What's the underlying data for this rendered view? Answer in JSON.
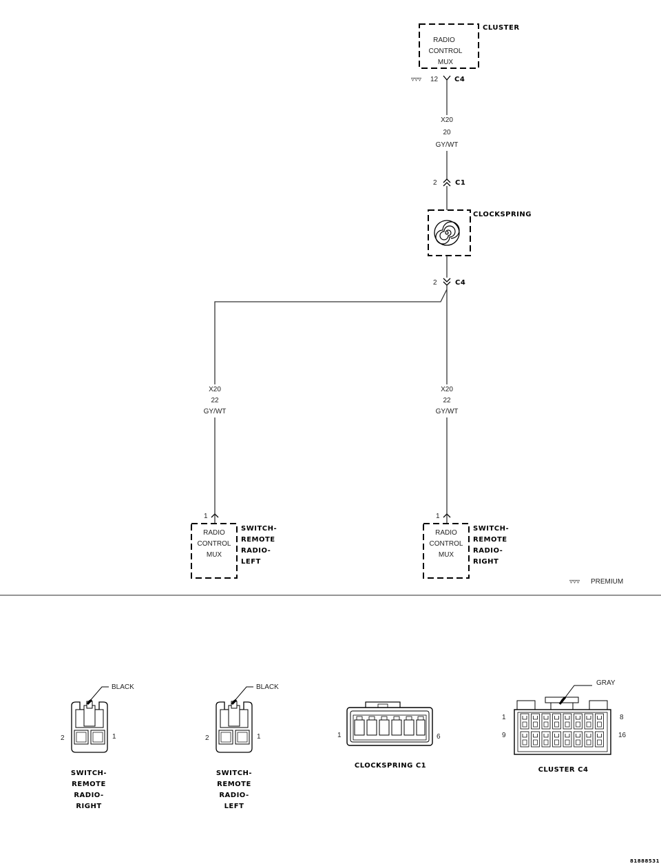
{
  "cluster": {
    "title": "CLUSTER",
    "inner": [
      "RADIO",
      "CONTROL",
      "MUX"
    ],
    "pin": "12",
    "connector": "C4",
    "option_mark": "▿▿▿"
  },
  "wire_top": {
    "circuit": "X20",
    "gauge": "20",
    "color": "GY/WT"
  },
  "clockspring": {
    "title": "CLOCKSPRING",
    "pin_upper": "2",
    "connector_upper": "C1",
    "pin_lower": "2",
    "connector_lower": "C4"
  },
  "wire_left": {
    "circuit": "X20",
    "gauge": "22",
    "color": "GY/WT"
  },
  "wire_right": {
    "circuit": "X20",
    "gauge": "22",
    "color": "GY/WT"
  },
  "switch_left": {
    "pin": "1",
    "inner": [
      "RADIO",
      "CONTROL",
      "MUX"
    ],
    "title": [
      "SWITCH-",
      "REMOTE",
      "RADIO-",
      "LEFT"
    ]
  },
  "switch_right": {
    "pin": "1",
    "inner": [
      "RADIO",
      "CONTROL",
      "MUX"
    ],
    "title": [
      "SWITCH-",
      "REMOTE",
      "RADIO-",
      "RIGHT"
    ]
  },
  "legend": {
    "mark": "▿▿▿",
    "label": "PREMIUM"
  },
  "views": {
    "switch_right_view": {
      "color_label": "BLACK",
      "pin_left": "2",
      "pin_right": "1",
      "caption": [
        "SWITCH-",
        "REMOTE",
        "RADIO-",
        "RIGHT"
      ]
    },
    "switch_left_view": {
      "color_label": "BLACK",
      "pin_left": "2",
      "pin_right": "1",
      "caption": [
        "SWITCH-",
        "REMOTE",
        "RADIO-",
        "LEFT"
      ]
    },
    "clockspring_view": {
      "pin_left": "1",
      "pin_right": "6",
      "caption": "CLOCKSPRING C1"
    },
    "cluster_view": {
      "color_label": "GRAY",
      "pin_tl": "1",
      "pin_tr": "8",
      "pin_bl": "9",
      "pin_br": "16",
      "caption": "CLUSTER C4"
    }
  },
  "figure_id": "81888531"
}
